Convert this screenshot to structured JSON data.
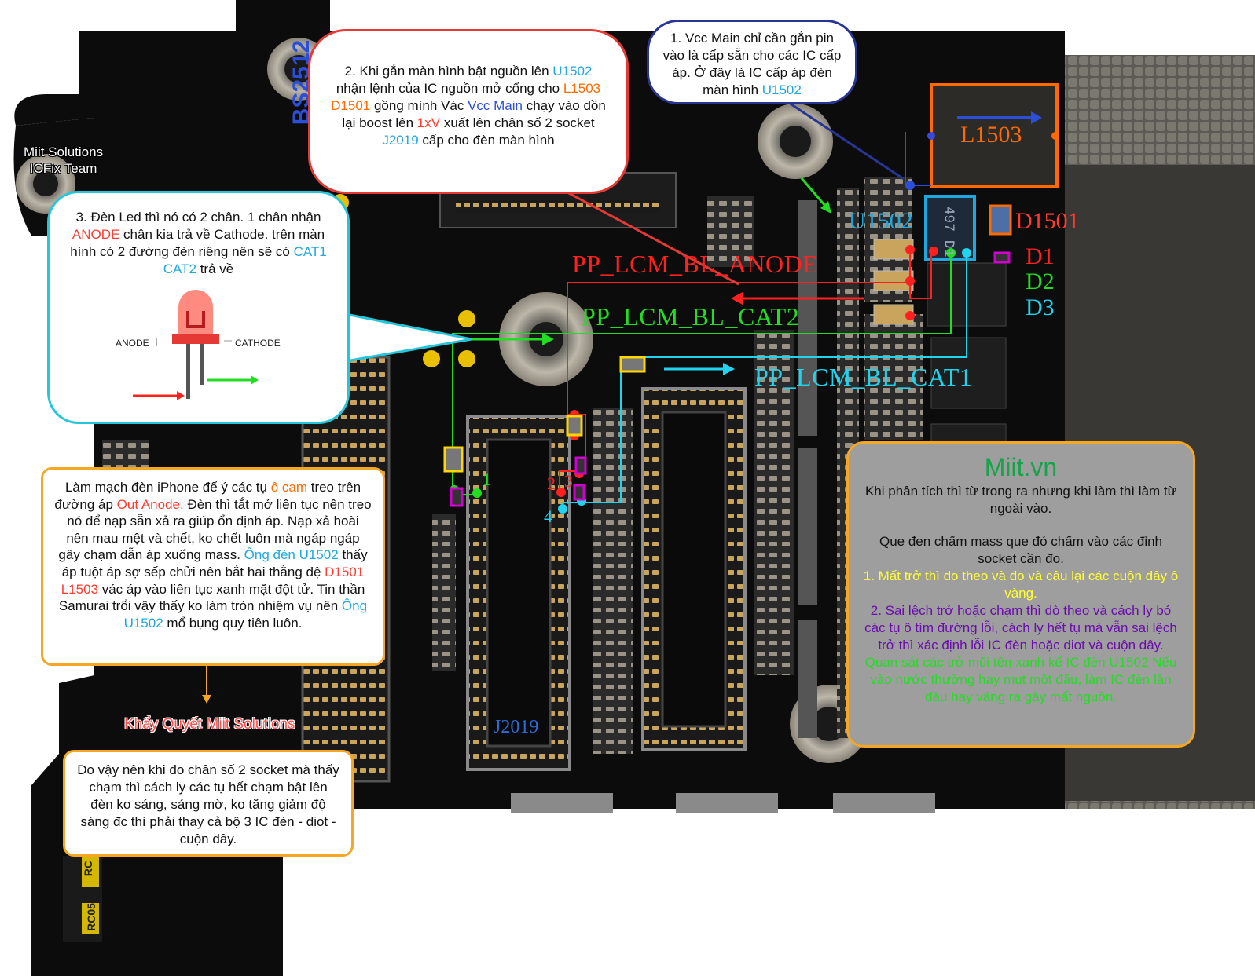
{
  "board": {
    "chip_marking": "BS2512",
    "chip_small_text": "497 D1",
    "small_codes": [
      "RC",
      "RC05"
    ]
  },
  "logo": {
    "line1": "Miit Solutions",
    "line2": "ICFix Team"
  },
  "components": {
    "l1503": "L1503",
    "u1502": "U1502",
    "d1501": "D1501",
    "j2019": "J2019",
    "d1": "D1",
    "d2": "D2",
    "d3": "D3"
  },
  "nets": {
    "anode": "PP_LCM_BL_ANODE",
    "cat2": "PP_LCM_BL_CAT2",
    "cat1": "PP_LCM_BL_CAT1"
  },
  "pins": {
    "p1": "1",
    "p2": "2",
    "p3": "3",
    "p4": "4"
  },
  "colors": {
    "board": "#0c0c0c",
    "anode_trace": "#ff2020",
    "cat2_trace": "#22dd22",
    "cat1_trace": "#22d3ee",
    "l1503_box": "#ff6a00",
    "u1502_box": "#1fa8e0",
    "bubble_red": "#e53935",
    "bubble_blue": "#283593",
    "bubble_cyan": "#26c6da",
    "bubble_orange": "#f5a623"
  },
  "note1": {
    "t1": "1. Vcc Main chỉ cần gắn pin vào là cấp sẵn cho các IC cấp áp. Ở đây là IC cấp áp đèn màn hình ",
    "t2": "U1502"
  },
  "note2": {
    "t1": "2. Khi gắn màn hình bật nguồn lên ",
    "t2": "U1502",
    "t3": " nhận lệnh của IC nguồn mở cổng cho ",
    "t4": "L1503 D1501",
    "t5": " gồng mình Vác ",
    "t6": "Vcc Main",
    "t7": " chạy vào dồn lại boost lên ",
    "t8": "1xV",
    "t9": " xuất lên chân số 2 socket ",
    "t10": "J2019",
    "t11": " cấp cho đèn màn hình"
  },
  "note3": {
    "t1": "3. Đèn Led thì nó có 2 chân. 1 chân nhận ",
    "t2": "ANODE",
    "t3": " chân kia trả về Cathode. trên màn hình có 2 đường đèn riêng nên sẽ có ",
    "t4": "CAT1",
    "t5": " ",
    "t6": "CAT2",
    "t7": " trả về",
    "led_anode": "ANODE",
    "led_cathode": "CATHODE"
  },
  "note4": {
    "t1": "Làm mạch đèn iPhone để ý các tụ ",
    "t2": "ô cam",
    "t3": " treo trên đường áp ",
    "t4": "Out Anode.",
    "t5": " Đèn thì tắt mở liên tục nên treo nó để nạp sẵn xả ra giúp ổn định áp. Nạp xả hoài nên mau mệt và chết, ko chết luôn mà ngáp ngáp gây chạm dẫn áp xuống mass. ",
    "t6": "Ông đèn U1502",
    "t7": " thấy áp tuột áp sợ sếp chửi nên bắt hai thằng đệ ",
    "t8": "D1501 L1503",
    "t9": " vác áp vào liên tục xanh mặt đột tử. Tin thần Samurai trổi vậy thấy ko làm tròn nhiệm vụ nên ",
    "t10": "Ông U1502",
    "t11": " mổ bụng quy tiên luôn."
  },
  "signature": "Khẩy Quyết Miit Solutions",
  "note5": {
    "text": "Do vậy nên khi đo chân số 2 socket mà thấy chạm thì cách ly các tụ hết chạm bật lên đèn ko sáng, sáng mờ, ko tăng giảm độ sáng đc thì phải thay cả bộ 3 IC đèn - diot - cuộn dây."
  },
  "note6": {
    "title": "Miit.vn",
    "p1": "Khi phân tích thì từ trong ra nhưng khi làm thì làm từ ngoài vào.",
    "p2": "Que đen chấm mass que đỏ chấm vào các đỉnh socket cần đo.",
    "p3": "1. Mất trở thì do theo và đo và câu lại các cuộn dây ô vàng.",
    "p4": "2. Sai lệch trở hoặc chạm thì dò theo và cách ly bỏ các tụ ô tím đường lỗi, cách ly hết tụ mà vẫn sai lệch trở thì xác định lỗi IC đèn hoặc diot và cuộn dây.",
    "p5": "Quan sát các trở mũi tên xanh kế IC đèn U1502 Nếu vào nước thường hay mụt một đầu, làm IC đèn lần đầu hay văng ra gây mất nguồn."
  }
}
